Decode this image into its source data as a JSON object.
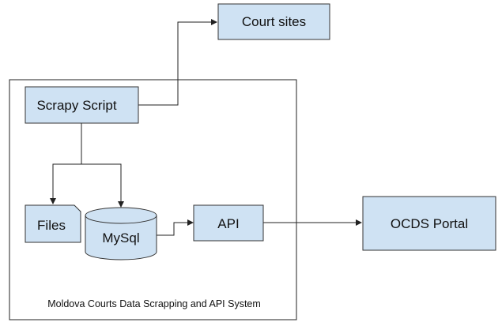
{
  "diagram": {
    "container_label": "Moldova Courts Data Scrapping and API System",
    "nodes": {
      "court_sites": "Court sites",
      "scrapy_script": "Scrapy Script",
      "files": "Files",
      "mysql": "MySql",
      "api": "API",
      "ocds_portal": "OCDS Portal"
    },
    "edges": [
      {
        "from": "scrapy_script",
        "to": "court_sites"
      },
      {
        "from": "scrapy_script",
        "to": "files"
      },
      {
        "from": "scrapy_script",
        "to": "mysql"
      },
      {
        "from": "mysql",
        "to": "api"
      },
      {
        "from": "api",
        "to": "ocds_portal"
      }
    ],
    "colors": {
      "node_fill": "#cfe2f3",
      "node_stroke": "#333333",
      "container_stroke": "#222222"
    }
  }
}
